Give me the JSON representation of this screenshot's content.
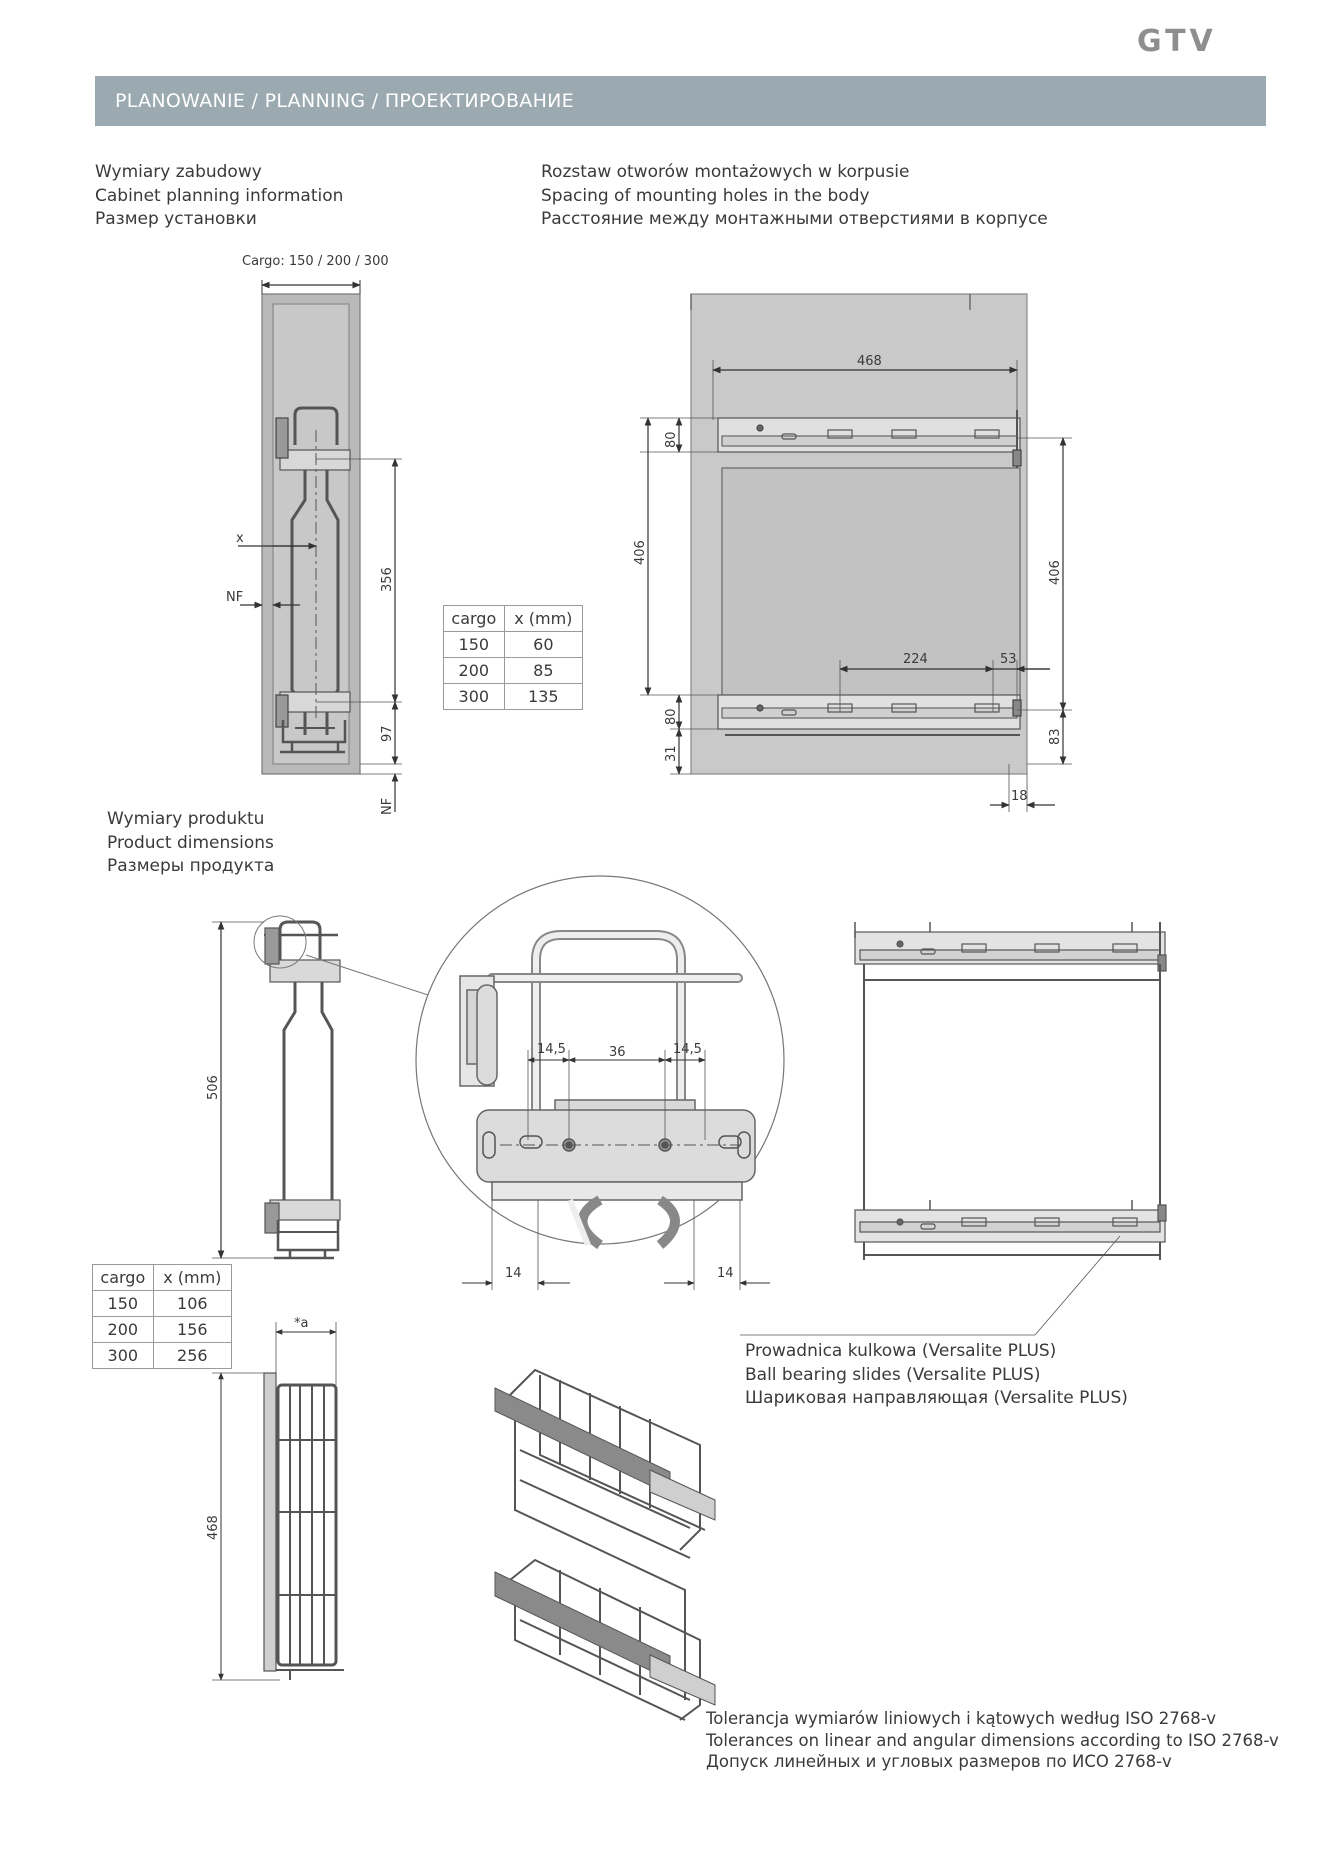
{
  "brand": "GTV",
  "header": {
    "title": "PLANOWANIE / PLANNING / ПРОЕКТИРОВАНИЕ"
  },
  "cabinet_info": {
    "lines": [
      "Wymiary zabudowy",
      "Cabinet planning information",
      "Размер установки"
    ]
  },
  "holes_info": {
    "lines": [
      "Rozstaw otworów montażowych w korpusie",
      "Spacing of mounting holes in the body",
      "Расстояние между монтажными отверстиями в корпусе"
    ]
  },
  "product_info": {
    "lines": [
      "Wymiary produktu",
      "Product dimensions",
      "Размеры продукта"
    ]
  },
  "slides_info": {
    "lines": [
      "Prowadnica kulkowa (Versalite PLUS)",
      "Ball bearing slides (Versalite PLUS)",
      "Шариковая направляющая (Versalite PLUS)"
    ]
  },
  "tolerance_info": {
    "lines": [
      "Tolerancja wymiarów liniowych i kątowych według ISO 2768-v",
      "Tolerances on linear and angular dimensions according to ISO 2768-v",
      "Допуск линейных и угловых размеров по ИСО 2768-v"
    ]
  },
  "table_top": {
    "headers": [
      "cargo",
      "x (mm)"
    ],
    "rows": [
      [
        "150",
        "60"
      ],
      [
        "200",
        "85"
      ],
      [
        "300",
        "135"
      ]
    ]
  },
  "table_bottom": {
    "headers": [
      "cargo",
      "x (mm)"
    ],
    "rows": [
      [
        "150",
        "106"
      ],
      [
        "200",
        "156"
      ],
      [
        "300",
        "256"
      ]
    ]
  },
  "dims": {
    "cargo_label": "Cargo: 150 / 200 / 300",
    "x": "x",
    "nf": "NF",
    "d356": "356",
    "d97": "97",
    "nf2": "NF",
    "d468": "468",
    "d80a": "80",
    "d406a": "406",
    "d406b": "406",
    "d224": "224",
    "d53": "53",
    "d80b": "80",
    "d31": "31",
    "d83": "83",
    "d18": "18",
    "d506": "506",
    "d145a": "14,5",
    "d36": "36",
    "d145b": "14,5",
    "d14a": "14",
    "d14b": "14",
    "star_a": "*a",
    "d468b": "468"
  }
}
